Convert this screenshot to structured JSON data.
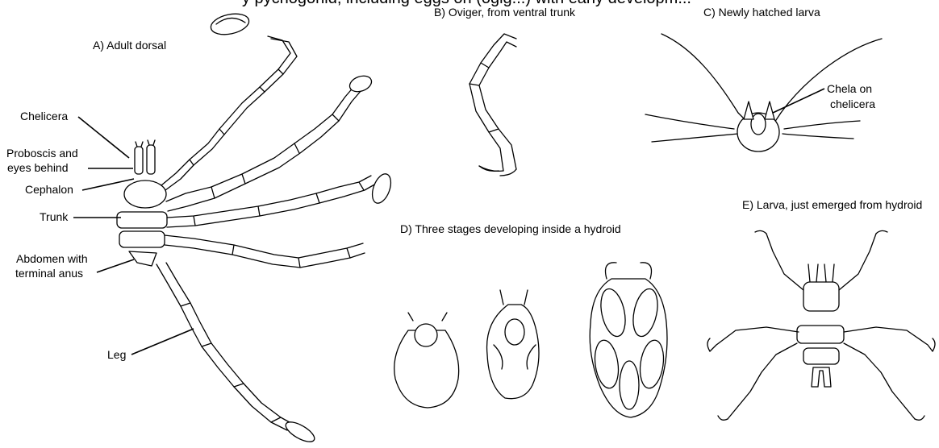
{
  "header": {
    "cut_text": "y pycnogonid, including eggs on (ogig...) with early developm..."
  },
  "panels": {
    "a": {
      "title": "A) Adult dorsal"
    },
    "b": {
      "title": "B) Oviger, from ventral trunk"
    },
    "c": {
      "title": "C) Newly hatched larva",
      "label_chela_1": "Chela on",
      "label_chela_2": "chelicera"
    },
    "d": {
      "title": "D) Three stages developing inside a hydroid"
    },
    "e": {
      "title": "E) Larva, just emerged from hydroid"
    }
  },
  "labels": {
    "chelicera": "Chelicera",
    "proboscis_1": "Proboscis and",
    "proboscis_2": "eyes behind",
    "cephalon": "Cephalon",
    "trunk": "Trunk",
    "abdomen_1": "Abdomen with",
    "abdomen_2": "terminal anus",
    "leg": "Leg"
  }
}
